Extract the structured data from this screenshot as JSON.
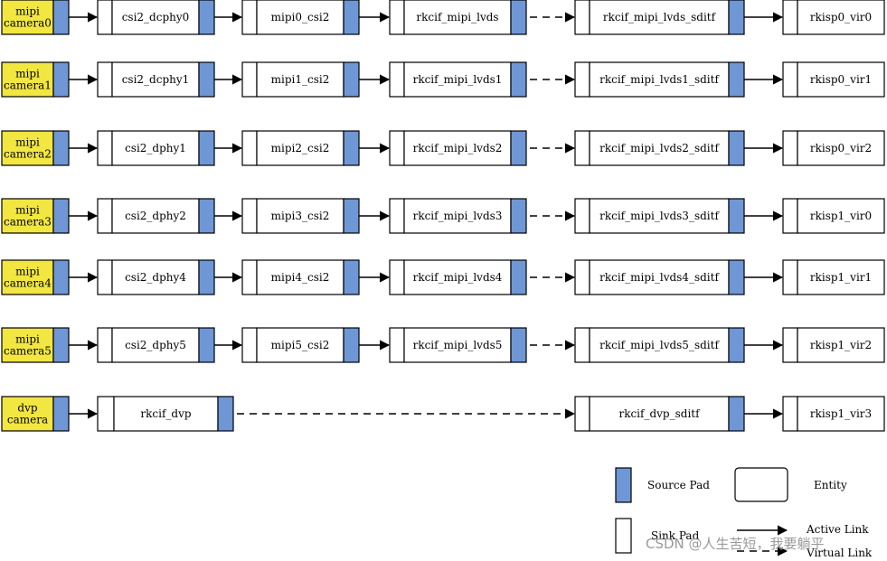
{
  "colors": {
    "camera": "#f2e641",
    "source_pad": "#6f97d6",
    "sink_pad": "#ffffff",
    "entity": "#ffffff",
    "line": "#000000"
  },
  "rows": [
    {
      "camera": [
        "mipi",
        "camera0"
      ],
      "dphy": "csi2_dcphy0",
      "csi2": "mipi0_csi2",
      "lvds": "rkcif_mipi_lvds",
      "sditf": "rkcif_mipi_lvds_sditf",
      "vir": "rkisp0_vir0"
    },
    {
      "camera": [
        "mipi",
        "camera1"
      ],
      "dphy": "csi2_dcphy1",
      "csi2": "mipi1_csi2",
      "lvds": "rkcif_mipi_lvds1",
      "sditf": "rkcif_mipi_lvds1_sditf",
      "vir": "rkisp0_vir1"
    },
    {
      "camera": [
        "mipi",
        "camera2"
      ],
      "dphy": "csi2_dphy1",
      "csi2": "mipi2_csi2",
      "lvds": "rkcif_mipi_lvds2",
      "sditf": "rkcif_mipi_lvds2_sditf",
      "vir": "rkisp0_vir2"
    },
    {
      "camera": [
        "mipi",
        "camera3"
      ],
      "dphy": "csi2_dphy2",
      "csi2": "mipi3_csi2",
      "lvds": "rkcif_mipi_lvds3",
      "sditf": "rkcif_mipi_lvds3_sditf",
      "vir": "rkisp1_vir0"
    },
    {
      "camera": [
        "mipi",
        "camera4"
      ],
      "dphy": "csi2_dphy4",
      "csi2": "mipi4_csi2",
      "lvds": "rkcif_mipi_lvds4",
      "sditf": "rkcif_mipi_lvds4_sditf",
      "vir": "rkisp1_vir1"
    },
    {
      "camera": [
        "mipi",
        "camera5"
      ],
      "dphy": "csi2_dphy5",
      "csi2": "mipi5_csi2",
      "lvds": "rkcif_mipi_lvds5",
      "sditf": "rkcif_mipi_lvds5_sditf",
      "vir": "rkisp1_vir2"
    }
  ],
  "dvp_row": {
    "camera": [
      "dvp",
      "camera"
    ],
    "dvp": "rkcif_dvp",
    "sditf": "rkcif_dvp_sditf",
    "vir": "rkisp1_vir3"
  },
  "legend": {
    "source_pad": "Source Pad",
    "entity": "Entity",
    "sink_pad": "Sink Pad",
    "active_link": "Active Link",
    "virtual_link": "Virtual Link"
  },
  "watermark": "CSDN @人生苦短，我要躺平"
}
